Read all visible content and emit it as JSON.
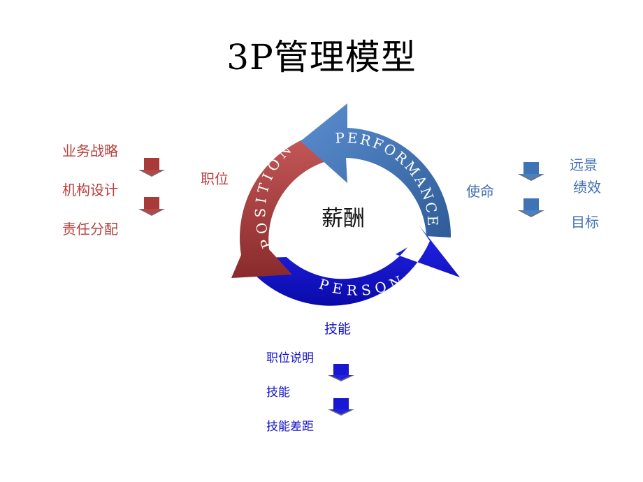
{
  "title": "3P管理模型",
  "cycle": {
    "center": "薪酬",
    "position_label": "POSITION",
    "performance_label": "PERFORMANCE",
    "person_label": "PERSON"
  },
  "left": {
    "label": "职位",
    "steps": [
      "业务战略",
      "机构设计",
      "责任分配"
    ]
  },
  "right": {
    "label": "使命",
    "steps": [
      "远景",
      "绩效",
      "目标"
    ]
  },
  "bottom": {
    "label": "技能",
    "steps": [
      "职位说明",
      "技能",
      "技能差距"
    ]
  },
  "colors": {
    "position": "#b84a4a",
    "performance": "#4f7fbd",
    "person": "#1414d8"
  }
}
